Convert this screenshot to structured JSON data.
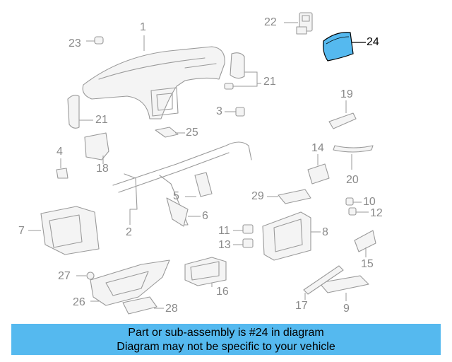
{
  "callouts": {
    "c1": "1",
    "c2": "2",
    "c3": "3",
    "c4": "4",
    "c5": "5",
    "c6": "6",
    "c7": "7",
    "c8": "8",
    "c9": "9",
    "c10": "10",
    "c11": "11",
    "c12": "12",
    "c13": "13",
    "c14": "14",
    "c15": "15",
    "c16": "16",
    "c17": "17",
    "c18": "18",
    "c19": "19",
    "c20": "20",
    "c21a": "21",
    "c21b": "21",
    "c22": "22",
    "c23": "23",
    "c24": "24",
    "c25": "25",
    "c26": "26",
    "c27": "27",
    "c28": "28",
    "c29": "29"
  },
  "highlight": {
    "part": "24",
    "color": "#55b9ef"
  },
  "banner": {
    "line1": "Part or sub-assembly is #24 in diagram",
    "line2": "Diagram may not be specific to your vehicle",
    "color": "#55b9ef"
  }
}
